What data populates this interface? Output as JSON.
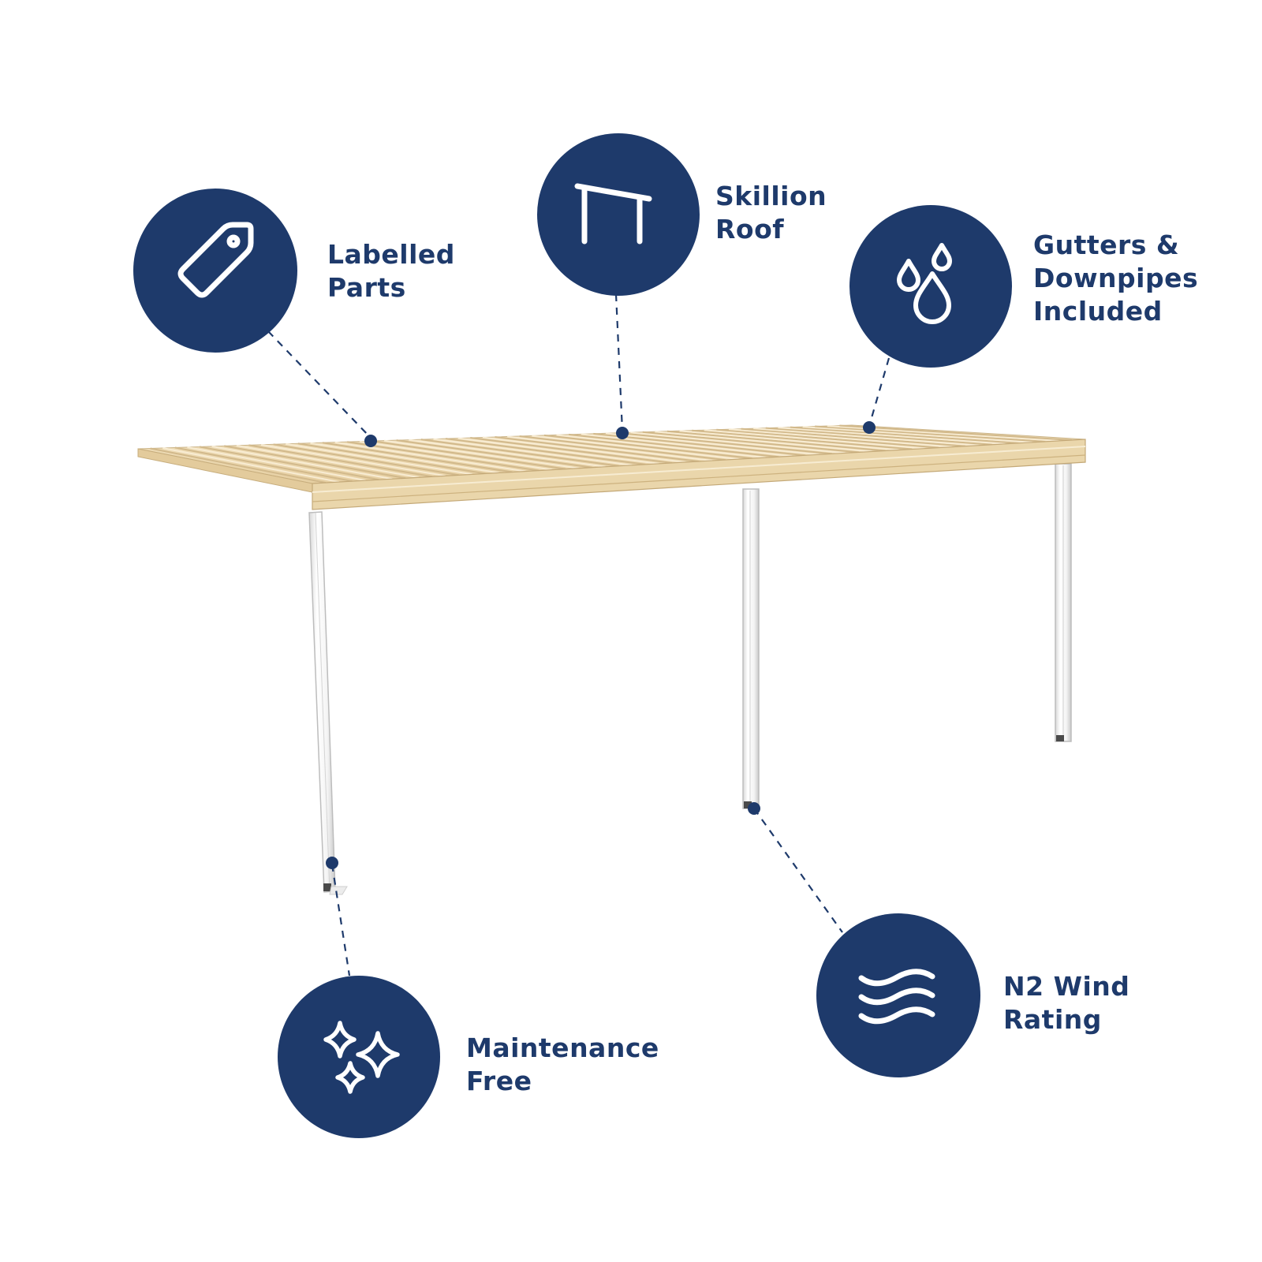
{
  "colors": {
    "navy": "#1e3a6b",
    "roof_tan": "#efdcb4",
    "post_white": "#ffffff"
  },
  "features": [
    {
      "id": "labelled-parts",
      "icon": "price-tag-icon",
      "lines": [
        "Labelled",
        "Parts"
      ]
    },
    {
      "id": "skillion-roof",
      "icon": "skillion-roof-icon",
      "lines": [
        "Skillion",
        "Roof"
      ]
    },
    {
      "id": "gutters-downpipes",
      "icon": "water-drops-icon",
      "lines": [
        "Gutters &",
        "Downpipes",
        "Included"
      ]
    },
    {
      "id": "maintenance-free",
      "icon": "sparkles-icon",
      "lines": [
        "Maintenance",
        "Free"
      ]
    },
    {
      "id": "n2-wind-rating",
      "icon": "wind-waves-icon",
      "lines": [
        "N2 Wind",
        "Rating"
      ]
    }
  ]
}
